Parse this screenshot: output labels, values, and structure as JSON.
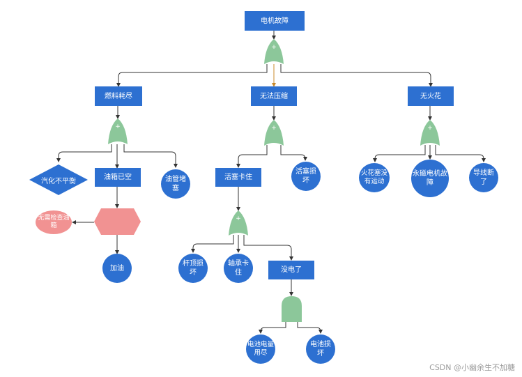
{
  "top_event": "电机故障",
  "level1": {
    "fuel": "燃料耗尽",
    "compress": "无法压缩",
    "spark": "无火花"
  },
  "fuel_children": {
    "vaporize": "汽化不平衡",
    "tank_empty": "油箱已空",
    "pipe_blocked": "油管堵塞"
  },
  "tank_children": {
    "check_tank": "无需检查油箱",
    "refuel": "加油"
  },
  "compress_children": {
    "piston_stuck": "活塞卡住",
    "piston_broken": "活塞损坏"
  },
  "piston_children": {
    "rod_broken": "杆顶损坏",
    "bearing_stuck": "轴承卡住",
    "no_power": "没电了"
  },
  "power_children": {
    "battery_empty": "电池电量用尽",
    "battery_broken": "电池损坏"
  },
  "spark_children": {
    "spark_plug": "火花塞没有运动",
    "magneto": "永磁电机故障",
    "wire_broken": "导线断了"
  },
  "gate_symbol": "+",
  "colors": {
    "node_blue": "#2d70d1",
    "gate_green": "#8cc79a",
    "pink": "#f19292",
    "connector": "#333333",
    "highlight_connector": "#c8892a"
  },
  "watermark": "CSDN @小幽余生不加糖"
}
